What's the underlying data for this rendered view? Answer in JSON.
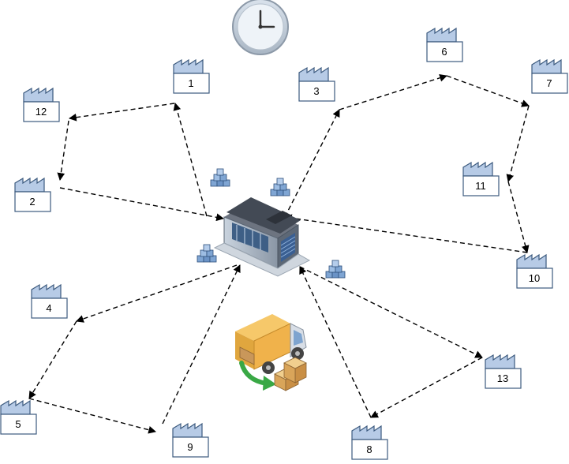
{
  "factories": [
    {
      "id": "f1",
      "label": "1"
    },
    {
      "id": "f2",
      "label": "2"
    },
    {
      "id": "f3",
      "label": "3"
    },
    {
      "id": "f4",
      "label": "4"
    },
    {
      "id": "f5",
      "label": "5"
    },
    {
      "id": "f6",
      "label": "6"
    },
    {
      "id": "f7",
      "label": "7"
    },
    {
      "id": "f8",
      "label": "8"
    },
    {
      "id": "f9",
      "label": "9"
    },
    {
      "id": "f10",
      "label": "10"
    },
    {
      "id": "f11",
      "label": "11"
    },
    {
      "id": "f12",
      "label": "12"
    },
    {
      "id": "f13",
      "label": "13"
    }
  ],
  "icons": {
    "clock": "clock-icon",
    "depot": "warehouse-icon",
    "truck": "delivery-truck-icon",
    "boxes": "box-stack-icon"
  },
  "routes": [
    {
      "name": "route-a",
      "stops": [
        "depot",
        "1",
        "12",
        "2",
        "depot"
      ]
    },
    {
      "name": "route-b",
      "stops": [
        "depot",
        "3",
        "6",
        "7",
        "11",
        "10",
        "depot"
      ]
    },
    {
      "name": "route-c",
      "stops": [
        "depot",
        "4",
        "5",
        "9",
        "depot"
      ]
    },
    {
      "name": "route-d",
      "stops": [
        "depot",
        "13",
        "8",
        "depot"
      ]
    }
  ],
  "colors": {
    "factory_roof": "#b7cbe6",
    "factory_outline": "#3c5a7e",
    "route_line": "#000000",
    "clock_face": "#eef3f8"
  }
}
